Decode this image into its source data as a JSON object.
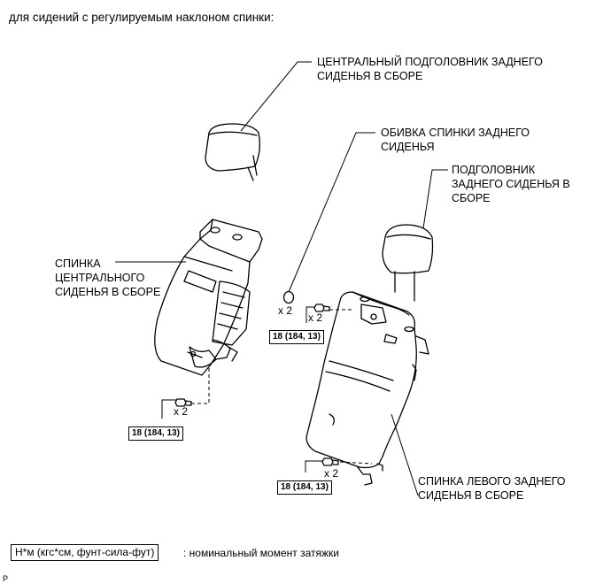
{
  "header": {
    "text": "для сидений с регулируемым наклоном спинки:"
  },
  "callouts": {
    "center_headrest": "ЦЕНТРАЛЬНЫЙ ПОДГОЛОВНИК ЗАДНЕГО\nСИДЕНЬЯ В СБОРЕ",
    "seatback_cover": "ОБИВКА СПИНКИ ЗАДНЕГО\nСИДЕНЬЯ",
    "rear_headrest": "ПОДГОЛОВНИК\nЗАДНЕГО СИДЕНЬЯ В\nСБОРЕ",
    "center_seatback": "СПИНКА\nЦЕНТРАЛЬНОГО\nСИДЕНЬЯ В СБОРЕ",
    "left_seatback": "СПИНКА ЛЕВОГО ЗАДНЕГО\nСИДЕНЬЯ В СБОРЕ"
  },
  "torque": {
    "mid": "18 (184, 13)",
    "lower_left": "18 (184, 13)",
    "lower_right": "18 (184, 13)"
  },
  "quantities": {
    "clip": "x 2",
    "mid_bolt": "x 2",
    "left_bolt": "x 2",
    "right_bolt": "x 2"
  },
  "legend": {
    "unit": "Н*м (кгс*см, фунт-сила-фут)",
    "description": ": номинальный момент затяжки"
  },
  "page_mark": "P"
}
